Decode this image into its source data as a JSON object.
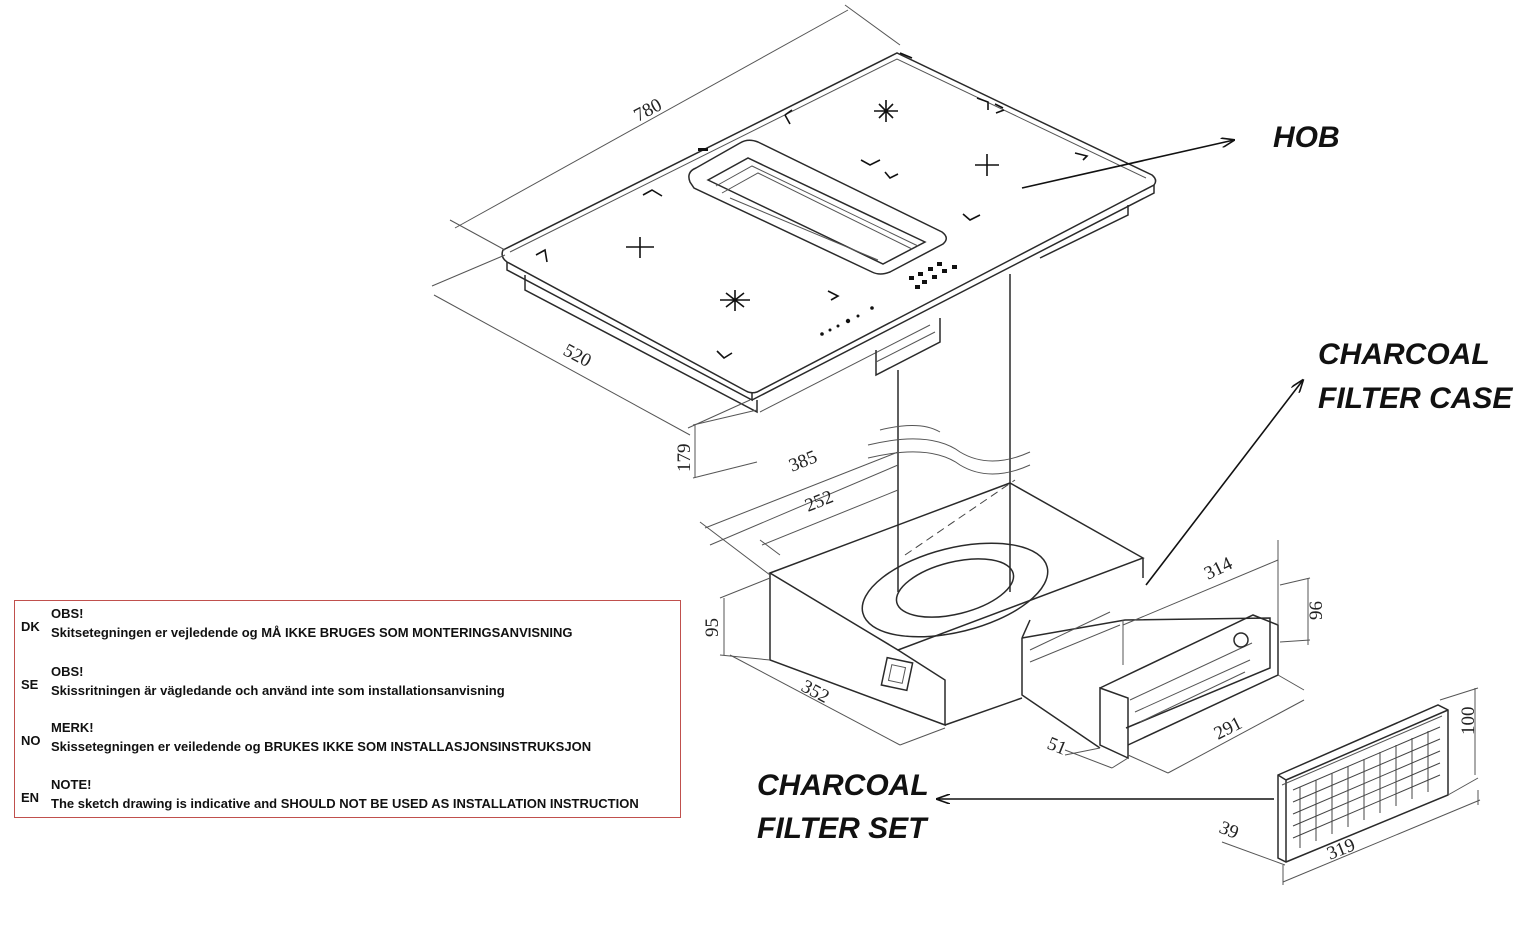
{
  "labels": {
    "hob": "HOB",
    "filter_case_line1": "CHARCOAL",
    "filter_case_line2": "FILTER CASE",
    "filter_set_line1": "CHARCOAL",
    "filter_set_line2": "FILTER SET"
  },
  "dimensions": {
    "hob_width": "780",
    "hob_depth": "520",
    "hob_height": "179",
    "motor_depth": "385",
    "motor_inner": "252",
    "motor_height": "95",
    "motor_width": "352",
    "case_length": "314",
    "case_height": "96",
    "case_inner": "291",
    "case_offset": "51",
    "filter_height": "100",
    "filter_length": "319",
    "filter_depth": "39"
  },
  "notices": [
    {
      "code": "DK",
      "title": "OBS!",
      "text": "Skitsetegningen er vejledende og MÅ IKKE BRUGES SOM MONTERINGSANVISNING"
    },
    {
      "code": "SE",
      "title": "OBS!",
      "text": "Skissritningen är vägledande och använd inte som installationsanvisning"
    },
    {
      "code": "NO",
      "title": "MERK!",
      "text": "Skissetegningen er veiledende og BRUKES IKKE SOM INSTALLASJONSINSTRUKSJON"
    },
    {
      "code": "EN",
      "title": "NOTE!",
      "text": "The sketch drawing is indicative and SHOULD NOT BE USED AS INSTALLATION INSTRUCTION"
    }
  ],
  "colors": {
    "notice_border": "#c0504d",
    "line": "#2a2a2a"
  }
}
